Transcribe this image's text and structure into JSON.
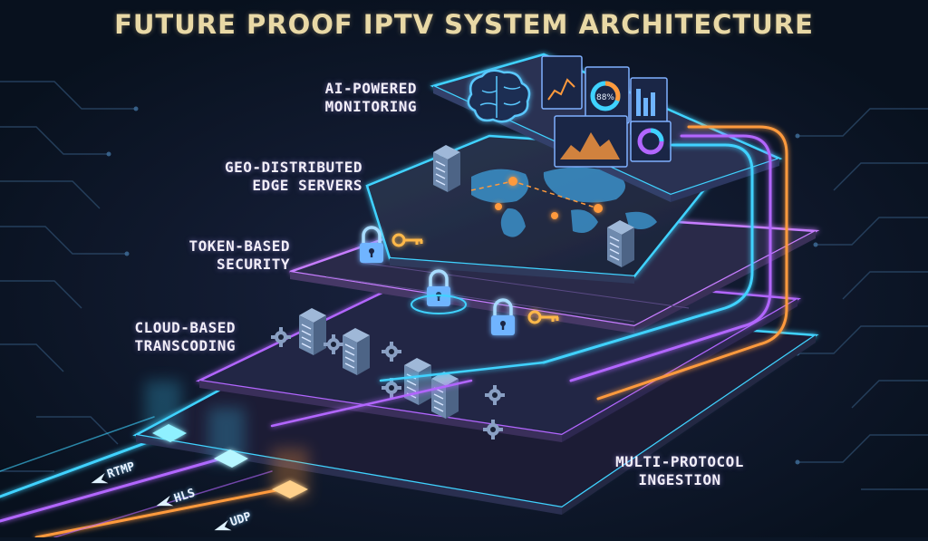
{
  "title": "FUTURE PROOF IPTV SYSTEM ARCHITECTURE",
  "layers": [
    {
      "id": "ai",
      "line1": "AI-POWERED",
      "line2": "MONITORING"
    },
    {
      "id": "geo",
      "line1": "GEO-DISTRIBUTED",
      "line2": "EDGE SERVERS"
    },
    {
      "id": "token",
      "line1": "TOKEN-BASED",
      "line2": "SECURITY"
    },
    {
      "id": "cloud",
      "line1": "CLOUD-BASED",
      "line2": "TRANSCODING"
    },
    {
      "id": "multi",
      "line1": "MULTI-PROTOCOL",
      "line2": "INGESTION"
    }
  ],
  "protocols": [
    "RTMP",
    "HLS",
    "UDP"
  ],
  "gauge_text": "88%",
  "colors": {
    "background": "#0b1626",
    "neon_blue": "#3fd2ff",
    "neon_purple": "#b266ff",
    "neon_orange": "#ff9a3c",
    "gold_title": "#e9d9a6"
  },
  "icons": [
    "brain-icon",
    "dashboard-icon",
    "world-map-icon",
    "server-icon",
    "padlock-icon",
    "key-icon",
    "gear-icon",
    "arrow-icon"
  ]
}
